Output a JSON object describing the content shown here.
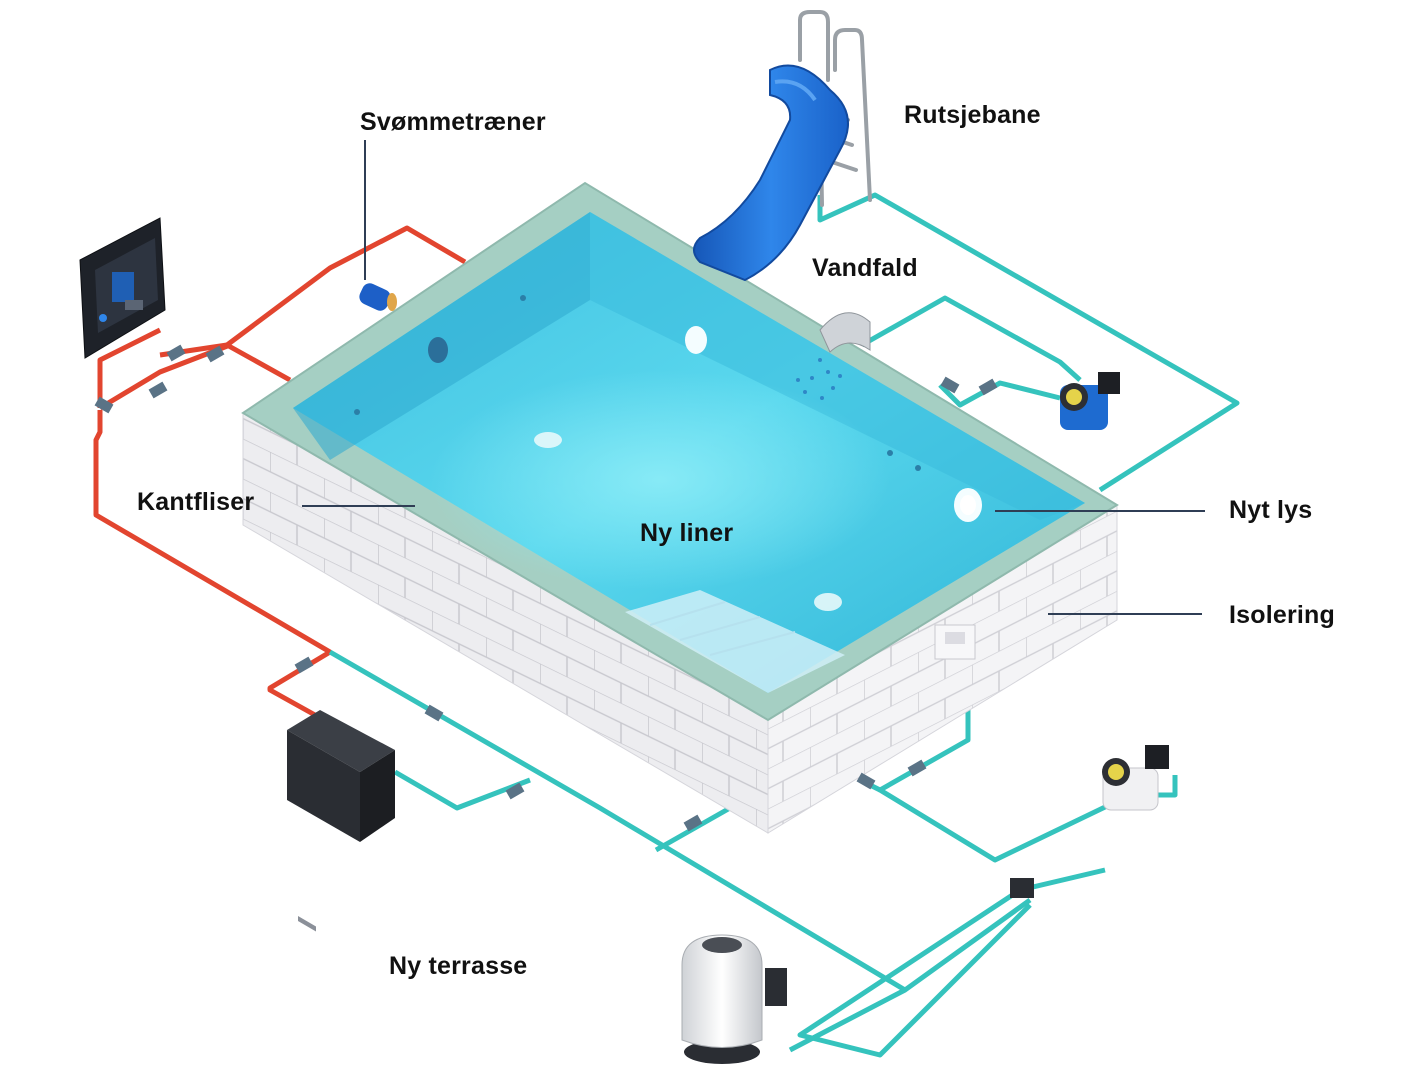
{
  "labels": {
    "svommetraener": "Svømmetræner",
    "rutsjebane": "Rutsjebane",
    "vandfald": "Vandfald",
    "kantfliser": "Kantfliser",
    "ny_liner": "Ny liner",
    "nyt_lys": "Nyt lys",
    "isolering": "Isolering",
    "ny_terrasse": "Ny terrasse"
  },
  "colors": {
    "pool_water": "#4fd0e6",
    "pool_water_deep": "#1fa9c9",
    "liner_edge": "#9fc9bd",
    "insulation_wall": "#e9e9ec",
    "brick_line": "#c9c9cf",
    "hot_pipe": "#e2452f",
    "cold_pipe": "#35c3bd",
    "slide_blue": "#1f6fd6",
    "equipment_dark": "#2a2d33",
    "leader_line": "#2f3e55"
  },
  "icons": [
    "control-panel-icon",
    "swim-jet-icon",
    "slide-icon",
    "ladder-icon",
    "waterfall-icon",
    "pump-icon",
    "heat-pump-icon",
    "sand-filter-icon",
    "skimmer-icon",
    "valve-icon",
    "pool-light-icon"
  ]
}
